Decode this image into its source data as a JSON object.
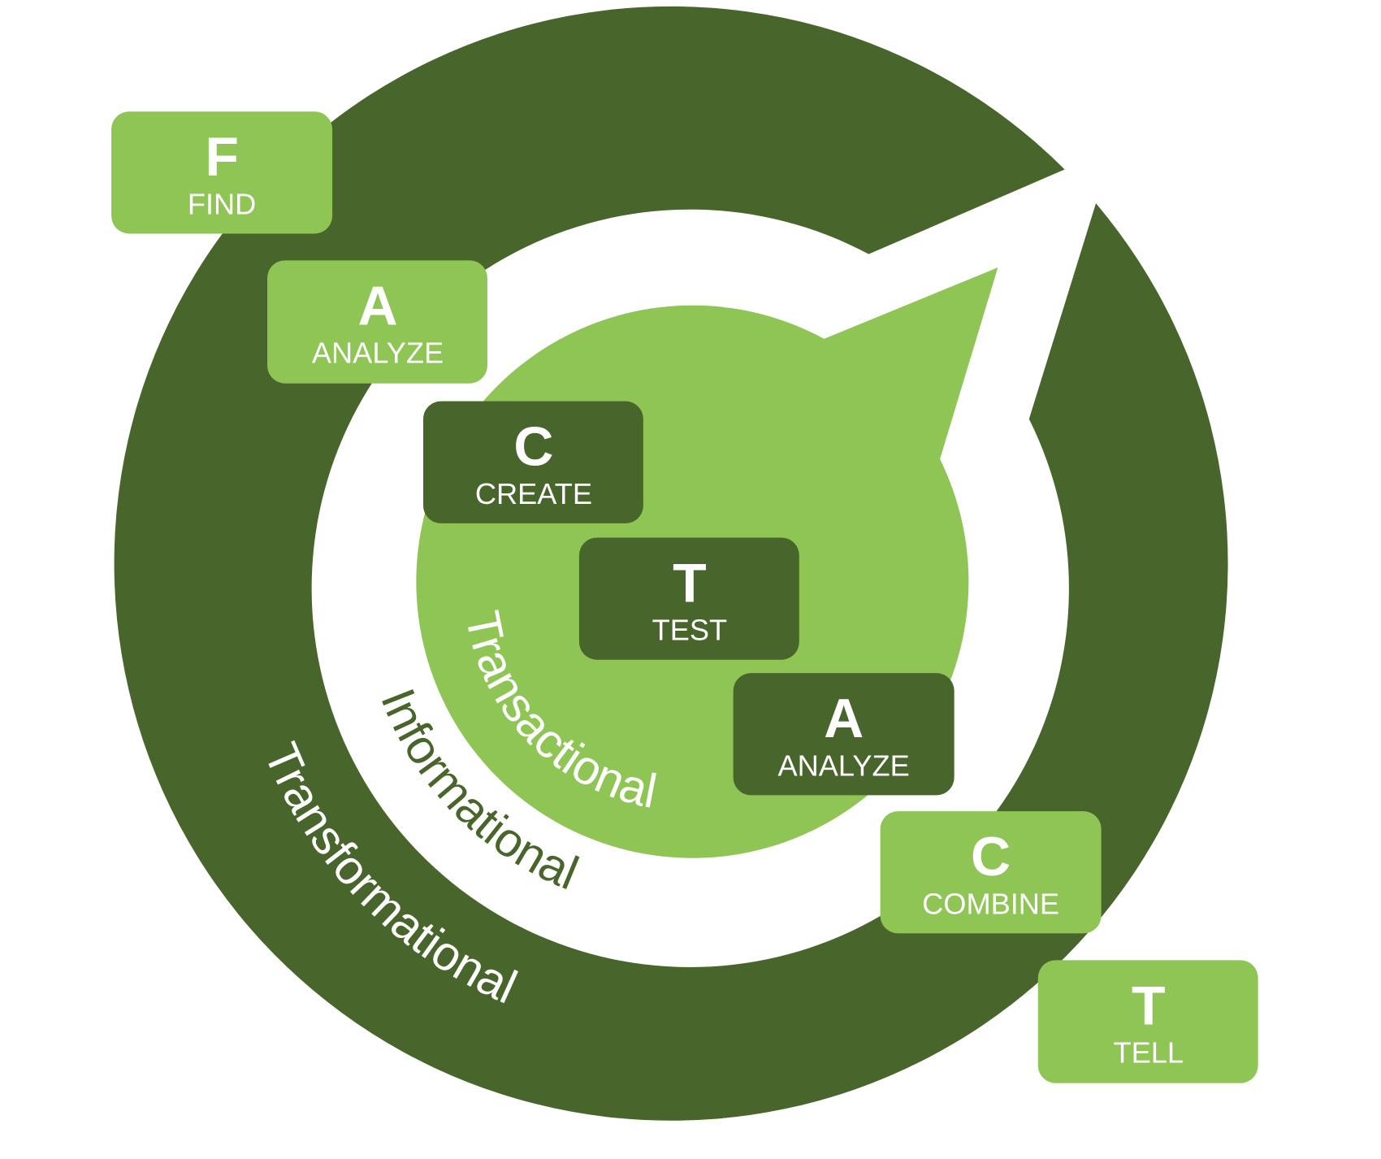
{
  "colors": {
    "dark": "#48652C",
    "light": "#8FC555",
    "text_light": "#ffffff"
  },
  "rings": {
    "outer_label": "Transformational",
    "middle_label": "Informational",
    "inner_label": "Transactional"
  },
  "steps": [
    {
      "letter": "F",
      "word": "FIND",
      "tone": "light"
    },
    {
      "letter": "A",
      "word": "ANALYZE",
      "tone": "light"
    },
    {
      "letter": "C",
      "word": "CREATE",
      "tone": "dark"
    },
    {
      "letter": "T",
      "word": "TEST",
      "tone": "dark"
    },
    {
      "letter": "A",
      "word": "ANALYZE",
      "tone": "dark"
    },
    {
      "letter": "C",
      "word": "COMBINE",
      "tone": "light"
    },
    {
      "letter": "T",
      "word": "TELL",
      "tone": "light"
    }
  ]
}
